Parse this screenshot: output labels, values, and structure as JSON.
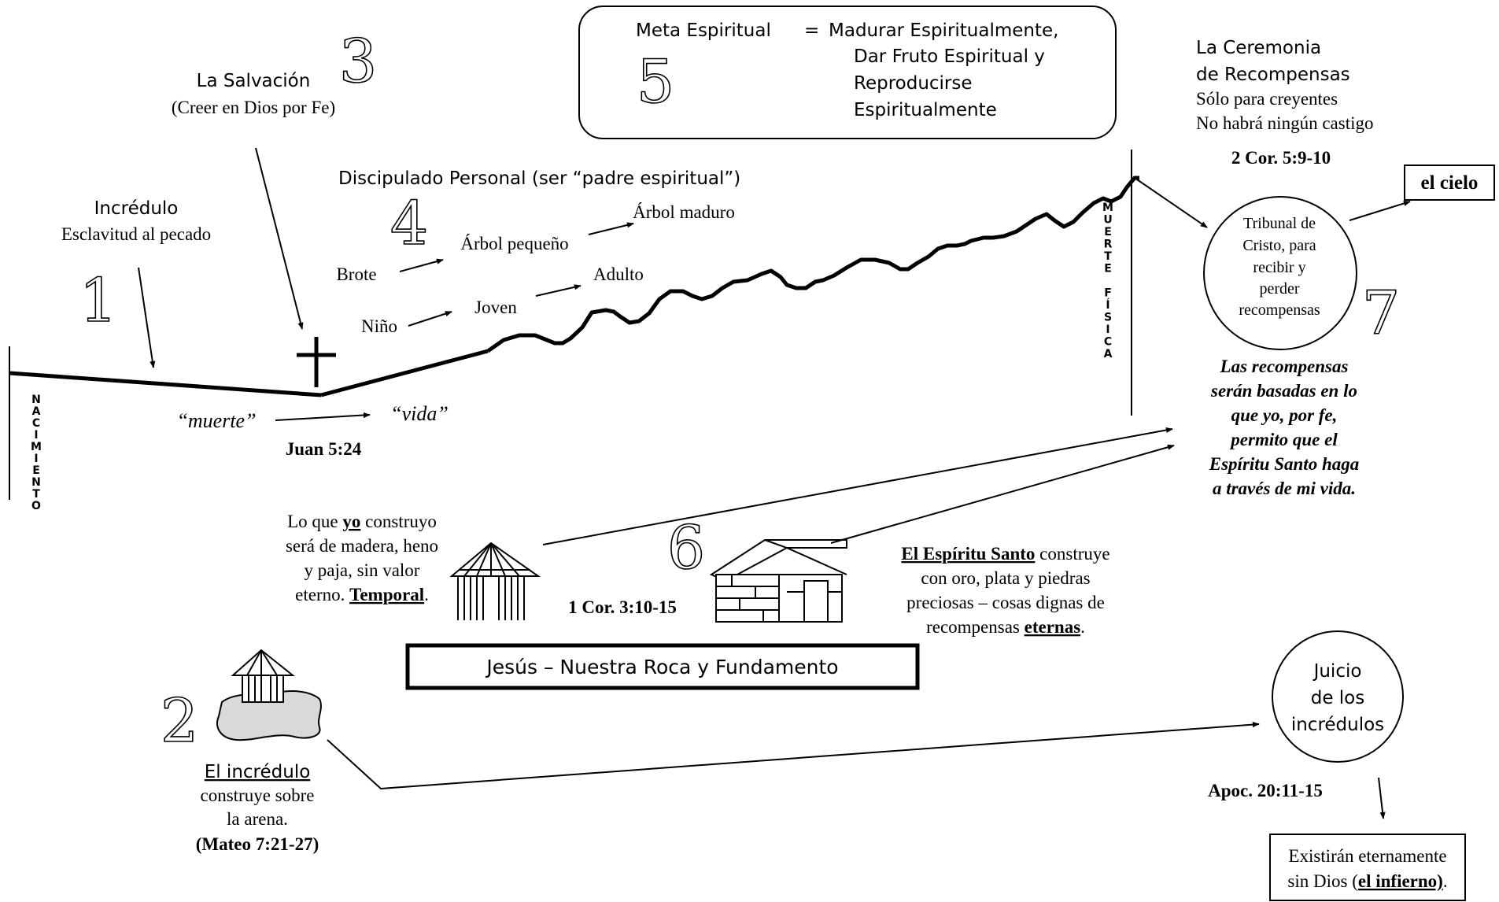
{
  "stage_1": {
    "number": "1",
    "title": "Incrédulo",
    "subtitle": "Esclavitud al pecado"
  },
  "stage_2": {
    "number": "2",
    "title": "El incrédulo",
    "line2": "construye sobre",
    "line3": "la arena.",
    "ref": "(Mateo 7:21-27)"
  },
  "stage_3": {
    "number": "3",
    "title": "La Salvación",
    "subtitle": "(Creer en Dios por Fe)"
  },
  "stage_4": {
    "number": "4",
    "title": "Discipulado Personal (ser “padre espiritual”)",
    "plant": [
      "Brote",
      "Árbol pequeño",
      "Árbol maduro"
    ],
    "person": [
      "Niño",
      "Joven",
      "Adulto"
    ]
  },
  "stage_5": {
    "number": "5",
    "label": "Meta Espiritual",
    "equals": "=",
    "lines": [
      "Madurar Espiritualmente,",
      "Dar Fruto Espiritual y",
      "Reproducirse",
      "Espiritualmente"
    ]
  },
  "stage_6": {
    "number": "6",
    "left_lines": [
      "Lo que ",
      "yo",
      " construyo",
      "será de madera, heno",
      "y paja, sin valor",
      "eterno. ",
      "Temporal",
      "."
    ],
    "ref": "1 Cor. 3:10-15",
    "right_lines": [
      "El Espíritu Santo",
      " construye",
      "con oro, plata y piedras",
      "preciosas – cosas dignas de",
      "recompensas ",
      "eternas",
      "."
    ]
  },
  "stage_7": {
    "number": "7",
    "header": [
      "La Ceremonia",
      "de Recompensas"
    ],
    "notes": [
      "Sólo para creyentes",
      "No habrá ningún castigo"
    ],
    "ref": "2 Cor. 5:9-10",
    "tribunal": [
      "Tribunal de",
      "Cristo, para",
      "recibir y",
      "perder",
      "recompensas"
    ],
    "heaven": "el cielo",
    "rewards": [
      "Las recompensas",
      "serán basadas en lo",
      "que yo, por fe,",
      "permito que el",
      "Espíritu Santo haga",
      "a través de mi vida."
    ]
  },
  "timeline": {
    "birth": "NACIMIENTO",
    "death": "MUERTE FÍSICA",
    "death_letters": [
      "M",
      "U",
      "E",
      "R",
      "T",
      "E",
      "",
      "F",
      "Í",
      "S",
      "I",
      "C",
      "A"
    ],
    "birth_letters": [
      "N",
      "A",
      "C",
      "I",
      "M",
      "I",
      "E",
      "N",
      "T",
      "O"
    ],
    "muerte": "“muerte”",
    "vida": "“vida”",
    "ref": "Juan 5:24"
  },
  "foundation": "Jesús – Nuestra Roca y Fundamento",
  "judgment": {
    "circle": [
      "Juicio",
      "de los",
      "incrédulos"
    ],
    "ref": "Apoc. 20:11-15",
    "result_line1": "Existirán eternamente",
    "result_prefix": "sin Dios (",
    "result_bold": "el infierno)",
    "result_suffix": "."
  }
}
